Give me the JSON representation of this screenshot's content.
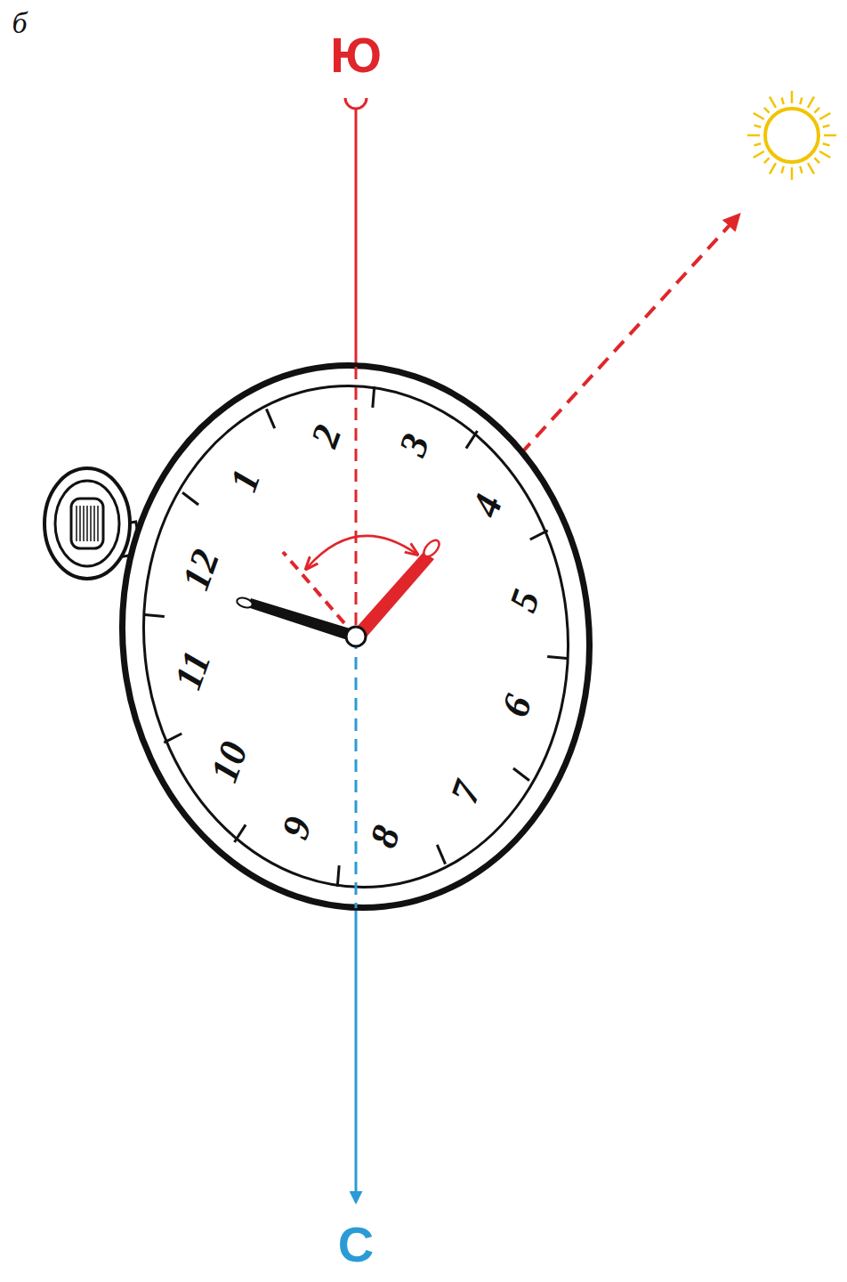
{
  "diagram": {
    "labels": [
      "б",
      "Ю",
      "С",
      "1",
      "2",
      "3",
      "4",
      "5",
      "6",
      "7",
      "8",
      "9",
      "10",
      "11",
      "12"
    ]
  }
}
